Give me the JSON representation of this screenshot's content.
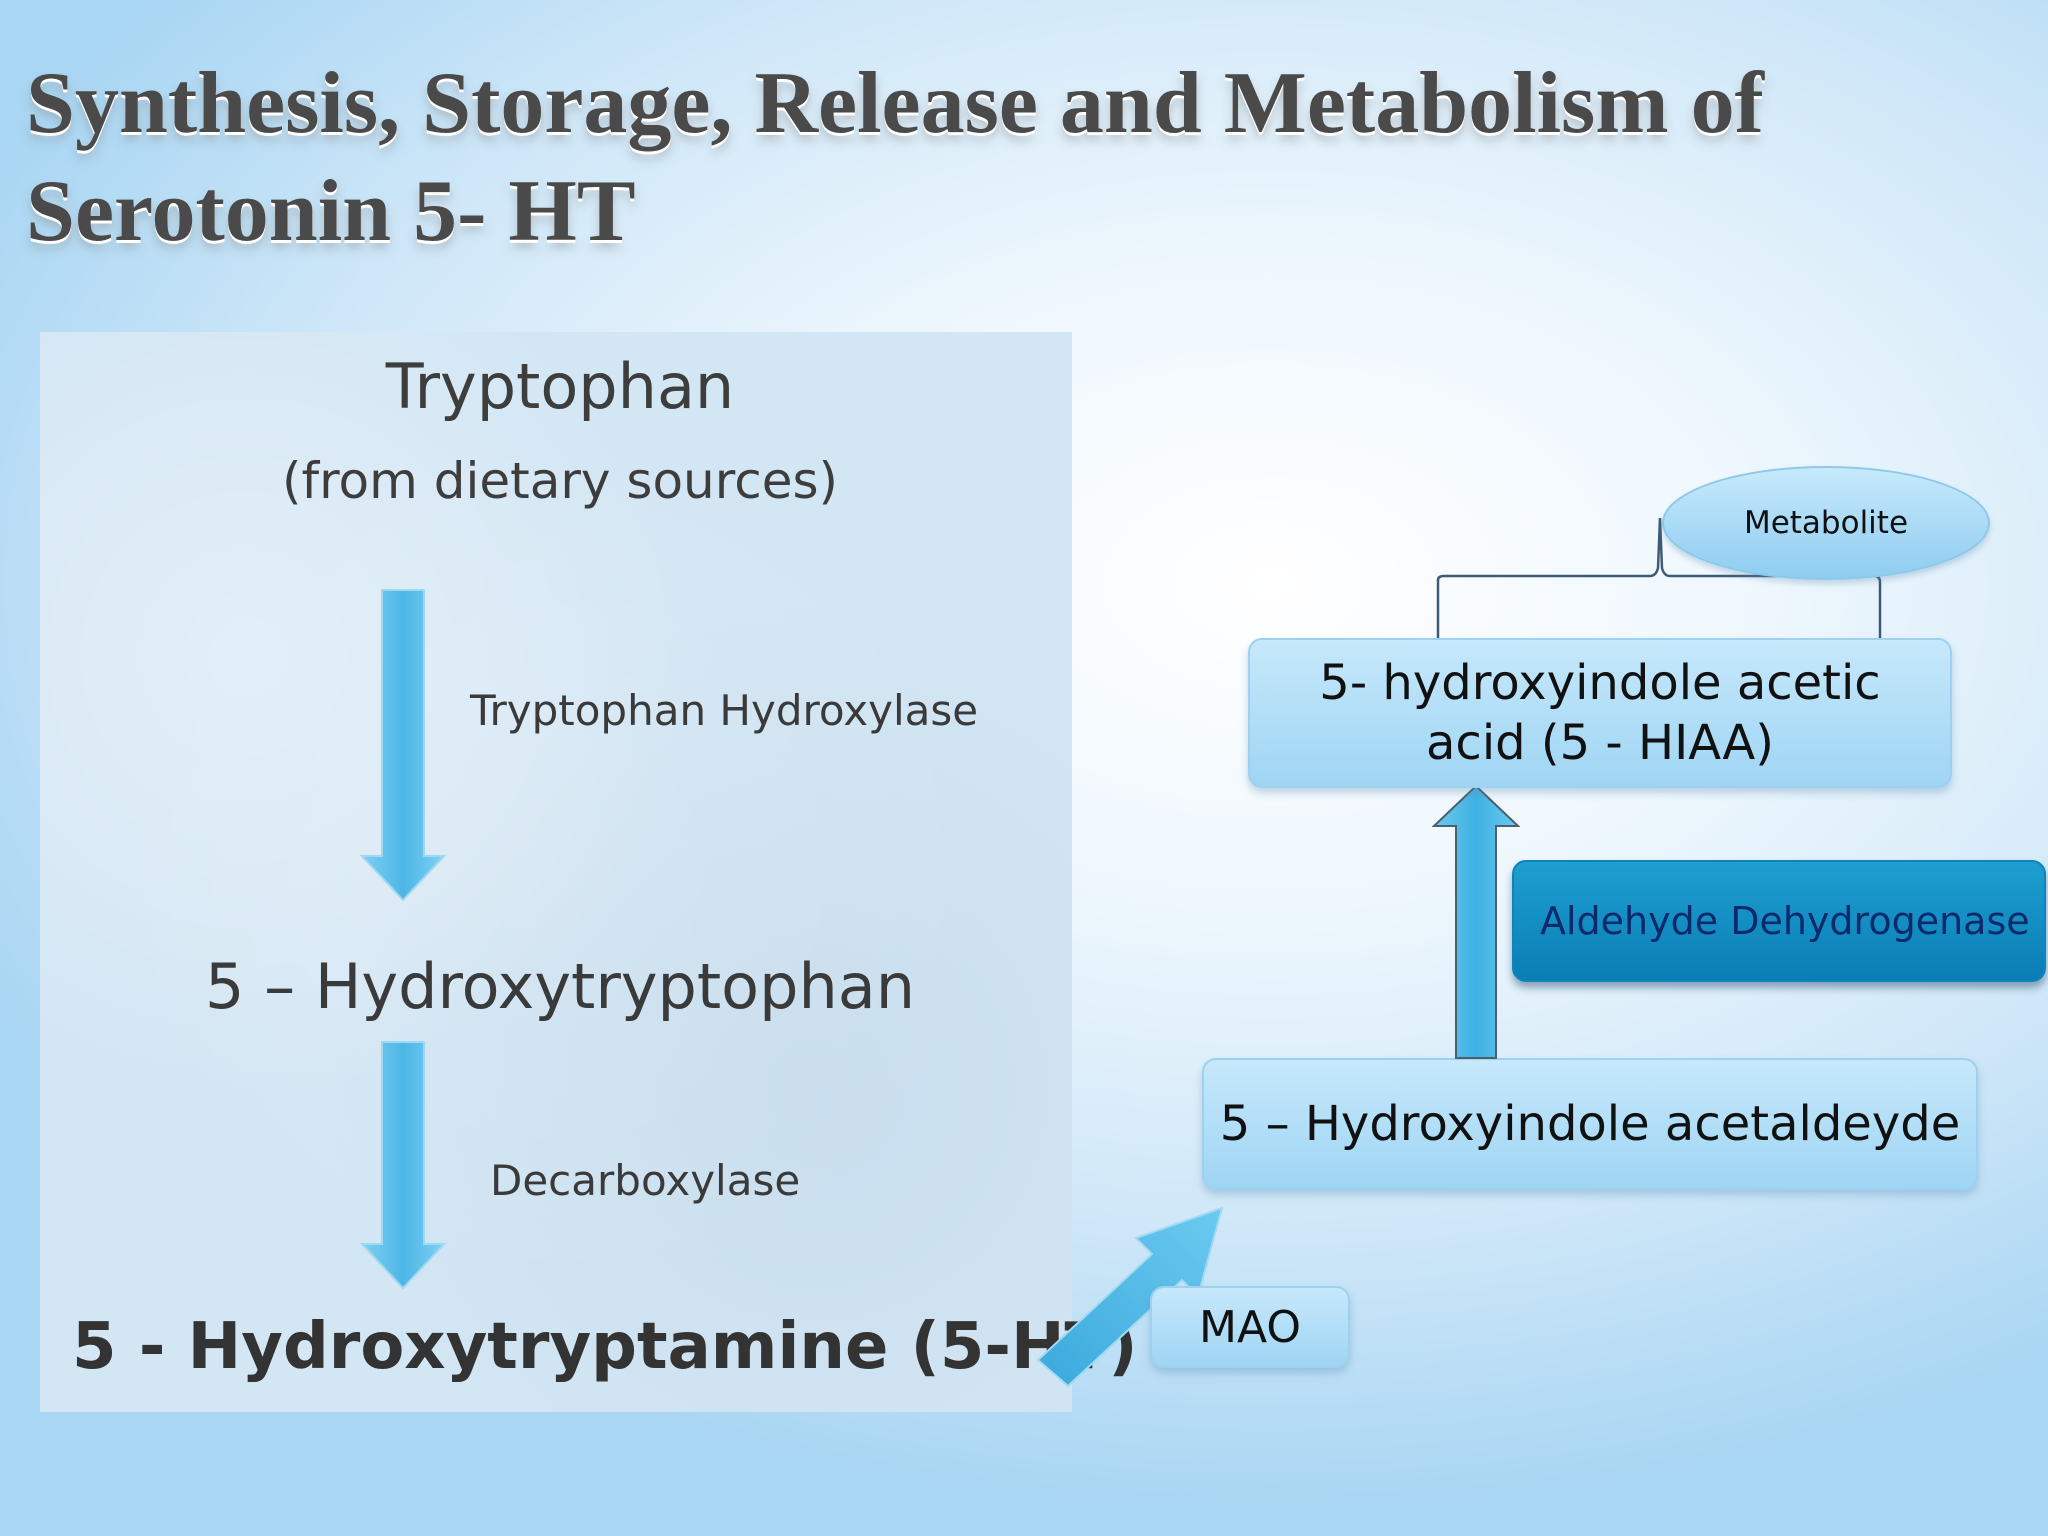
{
  "title": {
    "line1": "Synthesis, Storage, Release and Metabolism of",
    "line2": "Serotonin 5- HT"
  },
  "pathway": {
    "tryptophan": "Tryptophan",
    "tryptophan_source": "(from dietary sources)",
    "enzyme_1": "Tryptophan Hydroxylase",
    "hydroxytryptophan": "5 – Hydroxytryptophan",
    "enzyme_2": "Decarboxylase",
    "serotonin": "5 - Hydroxytryptamine (5-HT)"
  },
  "metabolism": {
    "enzyme_mao": "MAO",
    "acetaldehyde": "5 – Hydroxyindole acetaldeyde",
    "enzyme_aldehyde": "Aldehyde Dehydrogenase",
    "hiaa_line1": "5- hydroxyindole acetic",
    "hiaa_line2": "acid (5 - HIAA)",
    "metabolite_label": "Metabolite"
  },
  "colors": {
    "arrow_fill": "#5bbfea",
    "box_light": "#b3def7",
    "box_dark": "#1593c8",
    "text_dark": "#3a3a3a"
  }
}
